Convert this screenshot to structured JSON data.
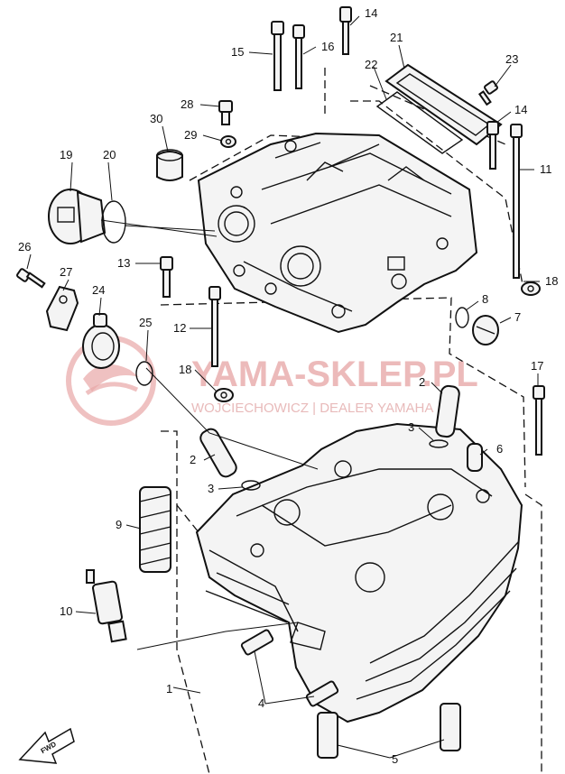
{
  "watermark": {
    "title": "YAMA-SKLEP.PL",
    "subtitle": "WOJCIECHOWICZ | DEALER YAMAHA"
  },
  "badge": {
    "fwd": "FWD"
  },
  "callouts": [
    {
      "id": "c14a",
      "label": "14"
    },
    {
      "id": "c15",
      "label": "15"
    },
    {
      "id": "c16",
      "label": "16"
    },
    {
      "id": "c21",
      "label": "21"
    },
    {
      "id": "c22",
      "label": "22"
    },
    {
      "id": "c23",
      "label": "23"
    },
    {
      "id": "c28",
      "label": "28"
    },
    {
      "id": "c14b",
      "label": "14"
    },
    {
      "id": "c30",
      "label": "30"
    },
    {
      "id": "c29",
      "label": "29"
    },
    {
      "id": "c19",
      "label": "19"
    },
    {
      "id": "c20",
      "label": "20"
    },
    {
      "id": "c11",
      "label": "11"
    },
    {
      "id": "c26",
      "label": "26"
    },
    {
      "id": "c13",
      "label": "13"
    },
    {
      "id": "c27",
      "label": "27"
    },
    {
      "id": "c18a",
      "label": "18"
    },
    {
      "id": "c24",
      "label": "24"
    },
    {
      "id": "c8",
      "label": "8"
    },
    {
      "id": "c7",
      "label": "7"
    },
    {
      "id": "c12",
      "label": "12"
    },
    {
      "id": "c25",
      "label": "25"
    },
    {
      "id": "c17",
      "label": "17"
    },
    {
      "id": "c18b",
      "label": "18"
    },
    {
      "id": "c2a",
      "label": "2"
    },
    {
      "id": "c3a",
      "label": "3"
    },
    {
      "id": "c6",
      "label": "6"
    },
    {
      "id": "c2b",
      "label": "2"
    },
    {
      "id": "c3b",
      "label": "3"
    },
    {
      "id": "c9",
      "label": "9"
    },
    {
      "id": "c10",
      "label": "10"
    },
    {
      "id": "c1",
      "label": "1"
    },
    {
      "id": "c4",
      "label": "4"
    },
    {
      "id": "c5",
      "label": "5"
    }
  ]
}
